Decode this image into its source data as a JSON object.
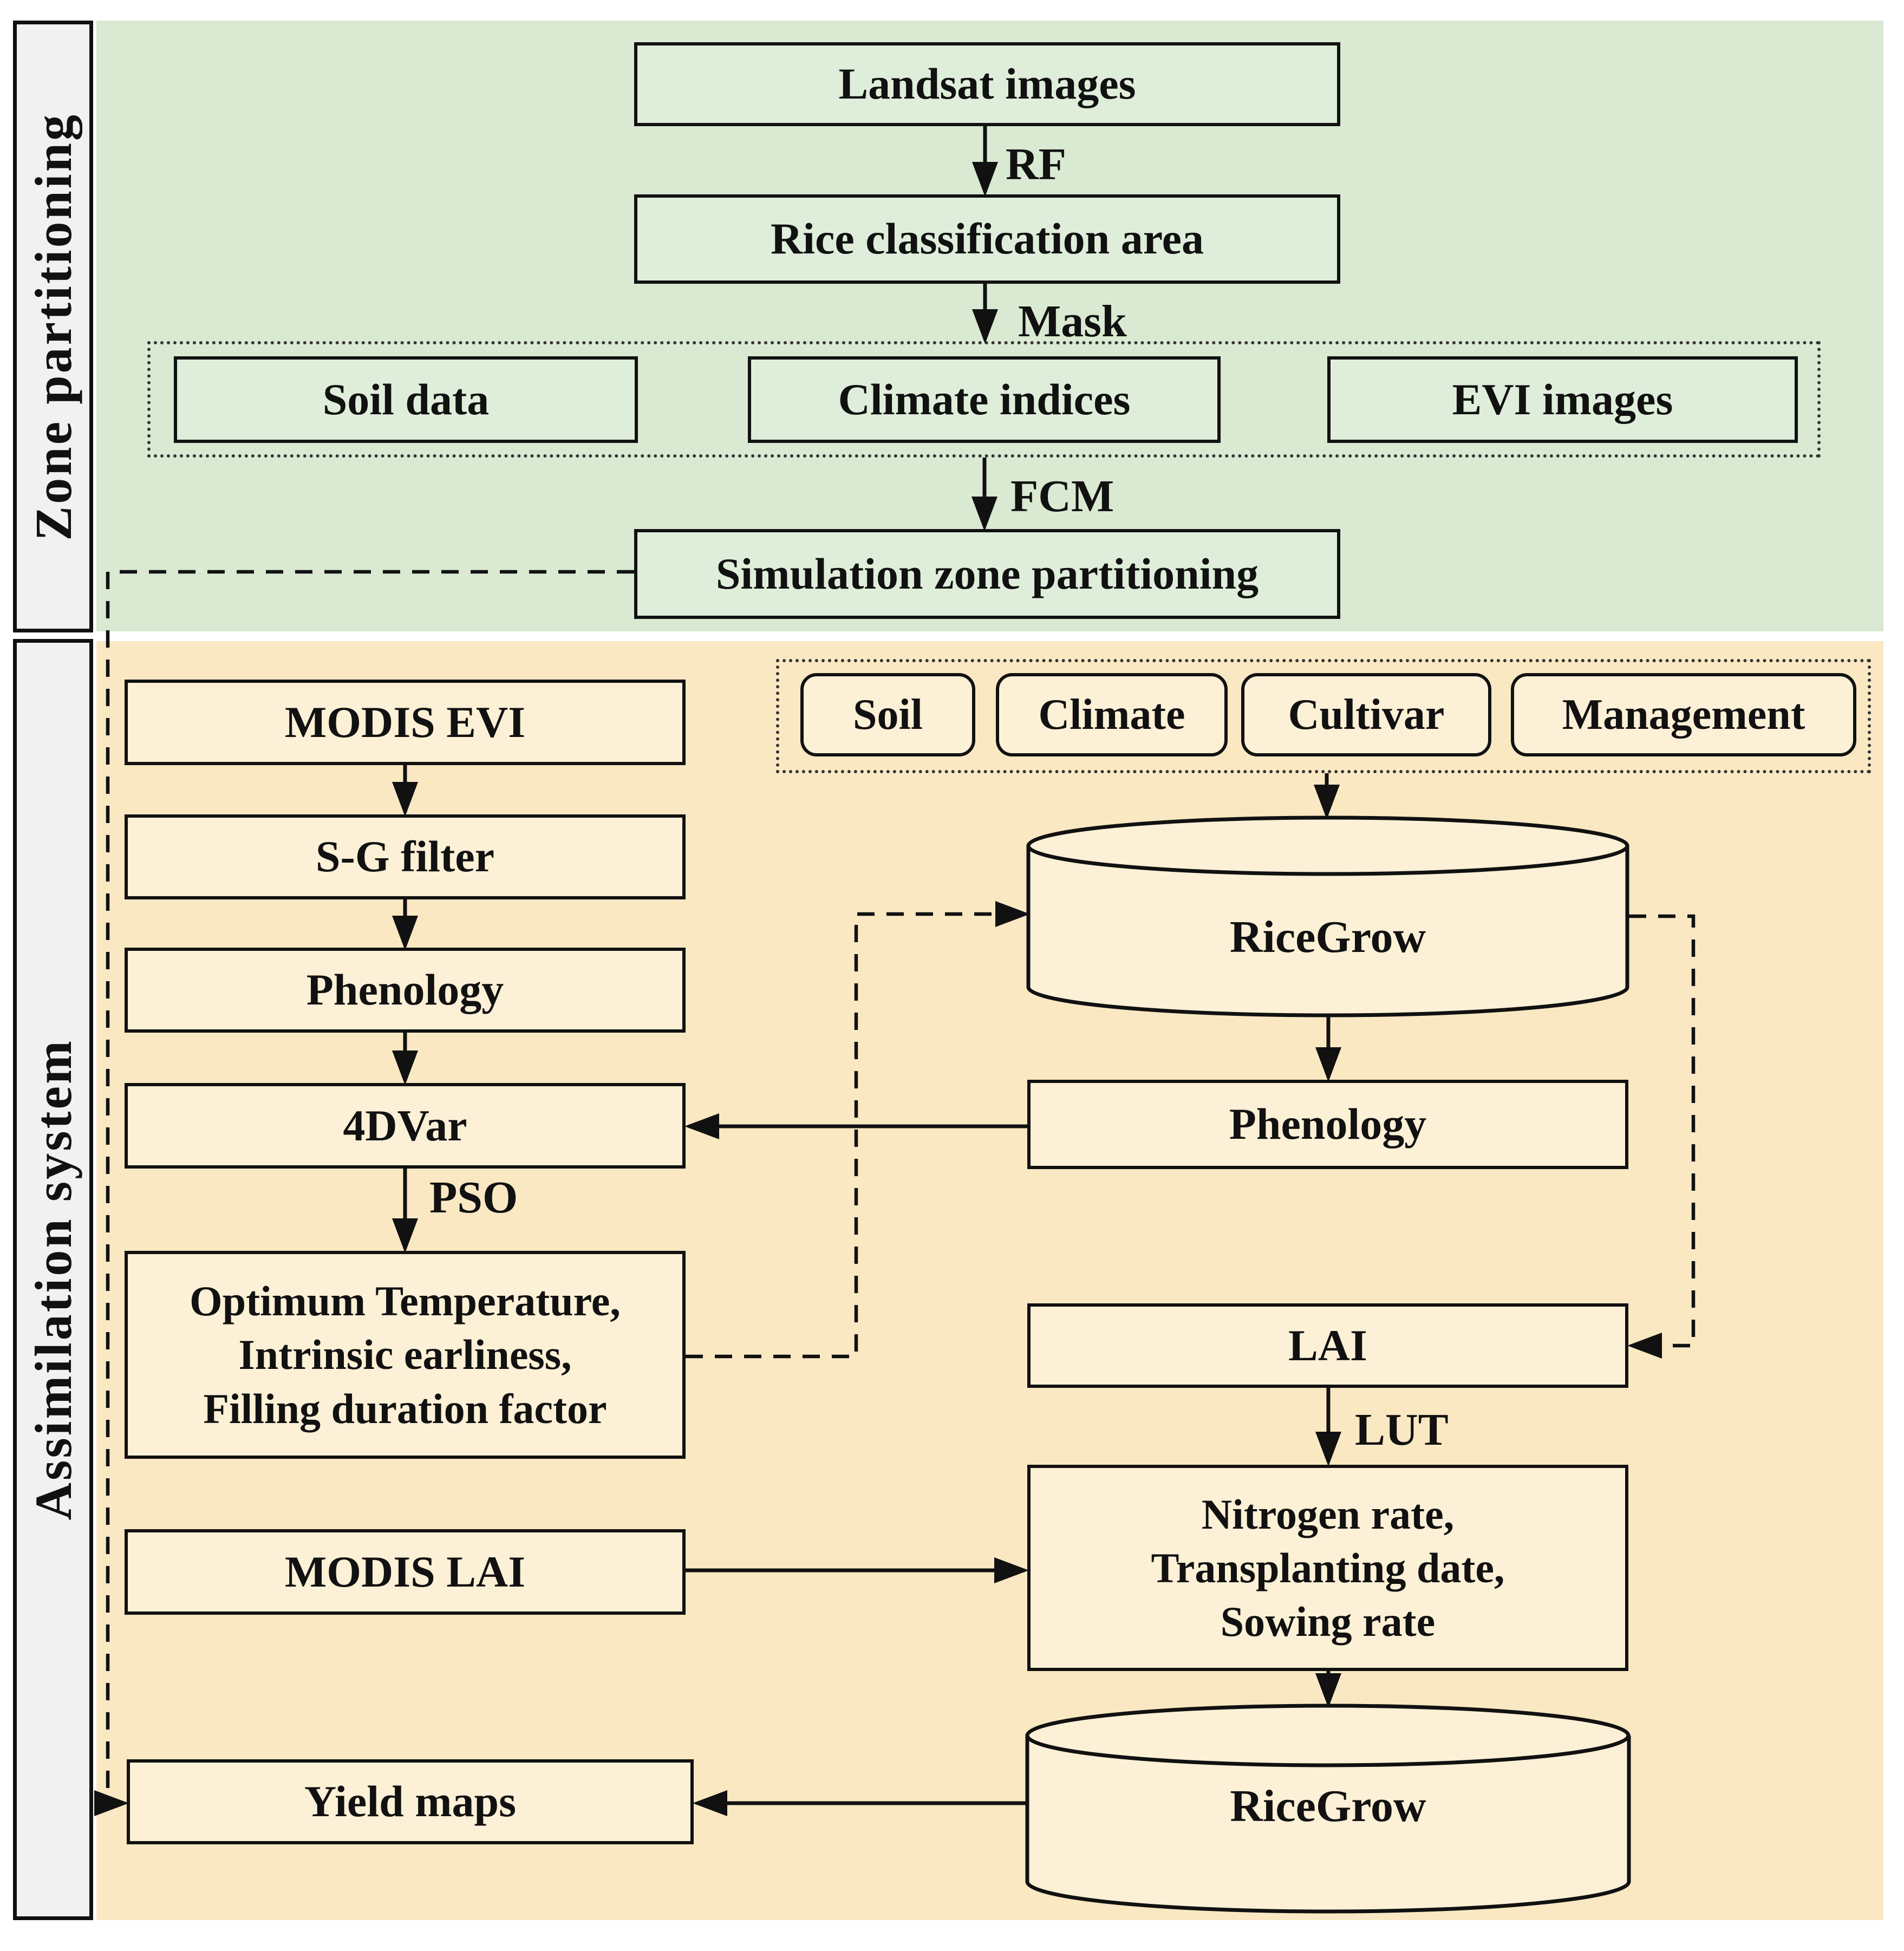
{
  "sidebar": {
    "zone_label": "Zone partitioning",
    "assim_label": "Assimilation system"
  },
  "zone": {
    "landsat": "Landsat images",
    "rf": "RF",
    "rice_area": "Rice classification area",
    "mask": "Mask",
    "soil_data": "Soil data",
    "climate_indices": "Climate indices",
    "evi_images": "EVI images",
    "fcm": "FCM",
    "sim_zone": "Simulation zone partitioning"
  },
  "assim": {
    "modis_evi": "MODIS EVI",
    "sg_filter": "S-G filter",
    "phenology_obs": "Phenology",
    "fourdvar": "4DVar",
    "pso": "PSO",
    "optimum_params": "Optimum Temperature,\nIntrinsic earliness,\nFilling duration factor",
    "modis_lai": "MODIS LAI",
    "yield_maps": "Yield maps",
    "inputs": [
      "Soil",
      "Climate",
      "Cultivar",
      "Management"
    ],
    "ricegrow_top": "RiceGrow",
    "phenology_sim": "Phenology",
    "lai": "LAI",
    "lut": "LUT",
    "nitrogen_params": "Nitrogen rate,\nTransplanting date,\nSowing rate",
    "ricegrow_bottom": "RiceGrow"
  },
  "colors": {
    "zone_panel_bg": "#d9e9d2",
    "zone_node_bg": "#dfeeda",
    "assim_panel_bg": "#fae8c3",
    "assim_node_bg": "#fcf0d6",
    "sidebar_bg": "#f1f1f1",
    "line": "#111111"
  }
}
